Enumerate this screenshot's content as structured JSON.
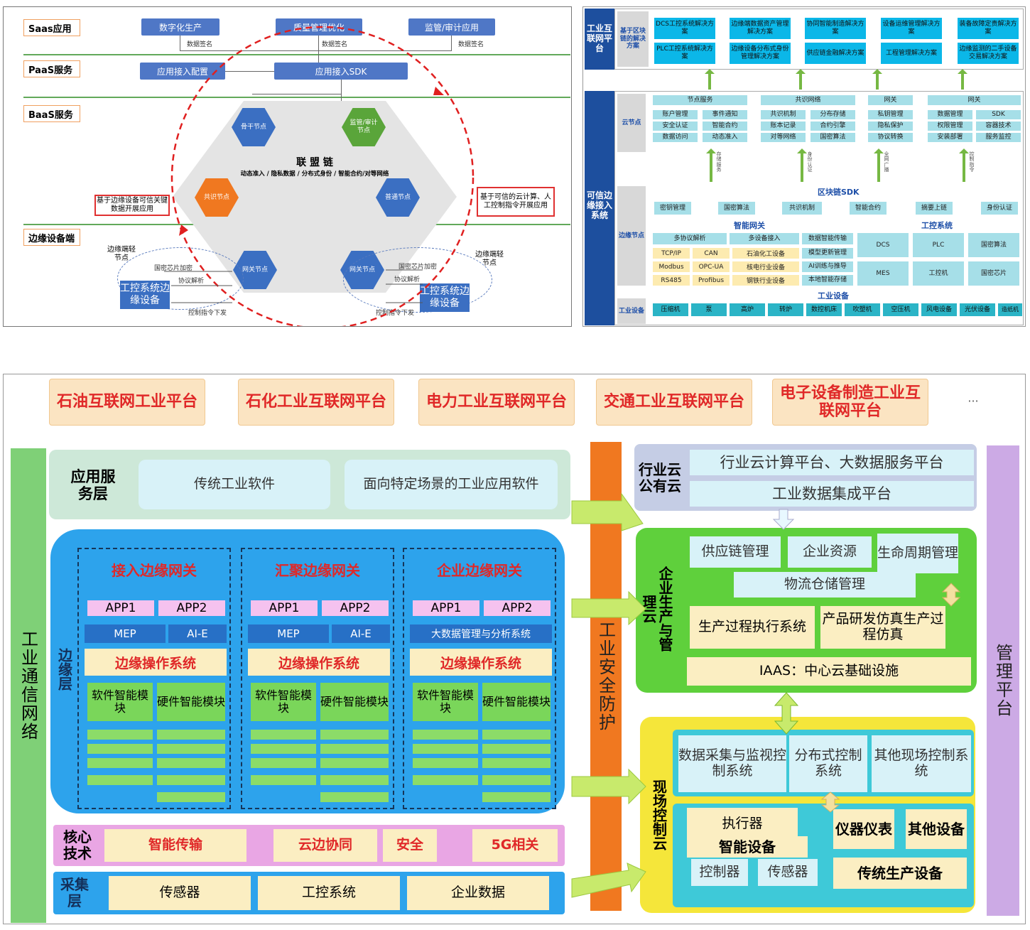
{
  "panel_a": {
    "layers": [
      "Saas应用",
      "PaaS服务",
      "BaaS服务",
      "边缘设备端"
    ],
    "saas_apps": [
      "数字化生产",
      "质量管理优化",
      "监管/审计应用"
    ],
    "data_sign": "数据签名",
    "paas_items": [
      "应用接入配置",
      "应用接入SDK"
    ],
    "chain_title": "联 盟 链",
    "chain_subtitle": "动态准入 / 隐私数据 / 分布式身份 / 智能合约/对等网络",
    "nodes": {
      "backbone": "骨干节点",
      "audit": "监管/审计节点",
      "consensus": "共识节点",
      "normal": "普通节点",
      "gateway": "网关节点"
    },
    "left_note": "基于边缘设备可信关键数据开展应用",
    "right_note": "基于可信的云计算、人工控制指令开展应用",
    "light_node": "边缘端轻节点",
    "edge_device": "工控系统边缘设备",
    "chip_encrypt": "国密芯片加密",
    "protocol_parse": "协议解析",
    "control_cmd": "控制指令下发"
  },
  "panel_b": {
    "left_top": "工业互联网平台",
    "left_bottom": "可信边缘接入系统",
    "solution_label": "基于区块链的解决方案",
    "solutions": [
      "DCS工控系统解决方案",
      "边缘端数据资产管理解决方案",
      "协同智能制造解决方案",
      "设备运维管理解决方案",
      "装备故障定责解决方案",
      "PLC工控系统解决方案",
      "边缘设备分布式身份管理解决方案",
      "供应链金融解决方案",
      "工程管理解决方案",
      "边缘监测的二手设备交易解决方案"
    ],
    "cloud_label": "云节点",
    "cloud_groups": [
      {
        "title": "节点服务",
        "items": [
          "账户管理",
          "事件通知",
          "安全认证",
          "智能合约",
          "数据访问",
          "动态准入"
        ]
      },
      {
        "title": "共识网络",
        "items": [
          "共识机制",
          "分布存储",
          "账本记录",
          "合约引擎",
          "对等网络",
          "国密算法"
        ]
      },
      {
        "title": "网关",
        "items": [
          "私钥管理",
          "隐私保护",
          "协议转换"
        ]
      },
      {
        "title": "网关",
        "items": [
          "数据管理",
          "SDK",
          "权限管理",
          "容器技术",
          "安装部署",
          "服务监控"
        ]
      }
    ],
    "link_labels": [
      "存储服务",
      "身份认证",
      "全网广播",
      "控制指令"
    ],
    "sdk_title": "区块链SDK",
    "sdk_items": [
      "密钥管理",
      "国密算法",
      "共识机制",
      "智能合约",
      "摘要上链",
      "身份认证"
    ],
    "edge_label": "边缘节点",
    "gw_title": "智能网关",
    "gw_top": [
      "多协议解析",
      "多设备接入",
      "数据智能传输"
    ],
    "gw_grid": [
      "TCP/IP",
      "CAN",
      "石油化工设备",
      "模型更新管理",
      "Modbus",
      "OPC-UA",
      "核电行业设备",
      "AI训练与推导",
      "RS485",
      "Profibus",
      "钢铁行业设备",
      "本地智能存储"
    ],
    "ctrl_title": "工控系统",
    "ctrl_items": [
      "DCS",
      "PLC",
      "国密算法",
      "MES",
      "工控机",
      "国密芯片"
    ],
    "device_label": "工业设备",
    "device_title": "工业设备",
    "devices": [
      "压缩机",
      "泵",
      "高炉",
      "转炉",
      "数控机床",
      "吹塑机",
      "空压机",
      "风电设备",
      "光伏设备",
      "造纸机"
    ]
  },
  "panel_c": {
    "platforms": [
      "石油互联网工业平台",
      "石化工业互联网平台",
      "电力工业互联网平台",
      "交通工业互联网平台",
      "电子设备制造工业互联网平台"
    ],
    "more": "···",
    "left_bar": "工业通信网络",
    "security_bar": "工业安全防护",
    "mgmt_bar": "管理平台",
    "app_layer": "应用服务层",
    "app_items": [
      "传统工业软件",
      "面向特定场景的工业应用软件"
    ],
    "edge_layer": "边缘层",
    "gateways": [
      {
        "title": "接入边缘网关",
        "apps": [
          "APP1",
          "APP2"
        ],
        "mids": [
          "MEP",
          "AI-E"
        ],
        "os": "边缘操作系统",
        "mods": [
          "软件智能模块",
          "硬件智能模块"
        ]
      },
      {
        "title": "汇聚边缘网关",
        "apps": [
          "APP1",
          "APP2"
        ],
        "mids": [
          "MEP",
          "AI-E"
        ],
        "os": "边缘操作系统",
        "mods": [
          "软件智能模块",
          "硬件智能模块"
        ]
      },
      {
        "title": "企业边缘网关",
        "apps": [
          "APP1",
          "APP2"
        ],
        "mids": [
          "大数据管理与分析系统"
        ],
        "os": "边缘操作系统",
        "mods": [
          "软件智能模块",
          "硬件智能模块"
        ]
      }
    ],
    "core_label": "核心技术",
    "core_items": [
      "智能传输",
      "云边协同",
      "安全",
      "5G相关"
    ],
    "collect_label": "采集层",
    "collect_items": [
      "传感器",
      "工控系统",
      "企业数据"
    ],
    "public_cloud_label": "行业云公有云",
    "public_cloud_items": [
      "行业云计算平台、大数据服务平台",
      "工业数据集成平台"
    ],
    "enterprise_label": "企业生产与管理云",
    "enterprise_items": [
      "供应链管理",
      "企业资源",
      "生命周期管理",
      "物流仓储管理",
      "生产过程执行系统",
      "产品研发仿真生产过程仿真",
      "IAAS：中心云基础设施"
    ],
    "field_label": "现场控制云",
    "field_items": [
      "数据采集与监视控制系统",
      "分布式控制系统",
      "其他现场控制系统",
      "执行器",
      "智能设备",
      "控制器",
      "传感器",
      "仪器仪表",
      "其他设备",
      "传统生产设备"
    ]
  },
  "colors": {
    "red": "#e02828",
    "blue": "#4f77c6",
    "green": "#76b843",
    "cyan": "#0bb7e8",
    "orange": "#f07820"
  }
}
